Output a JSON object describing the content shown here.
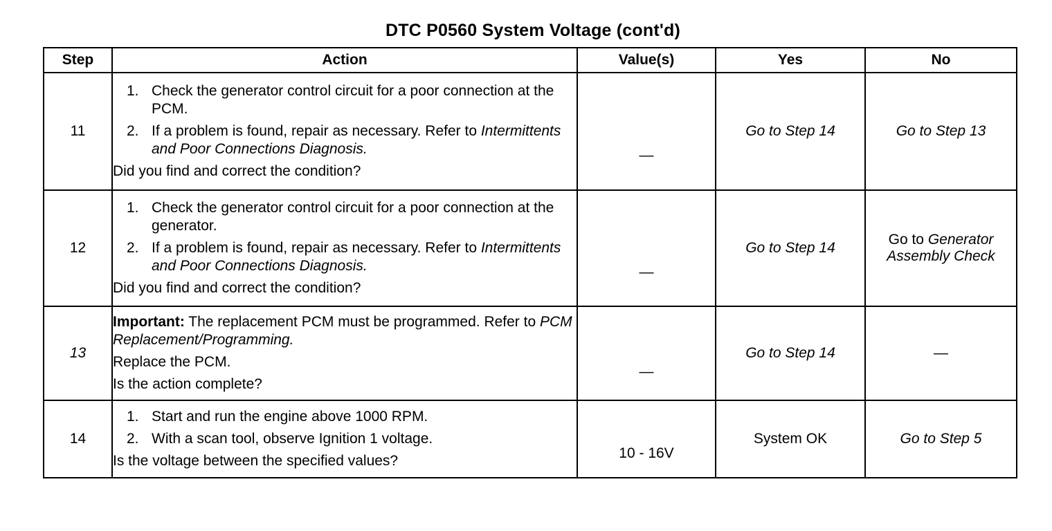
{
  "title": "DTC P0560 System Voltage  (cont'd)",
  "headers": {
    "step": "Step",
    "action": "Action",
    "values": "Value(s)",
    "yes": "Yes",
    "no": "No"
  },
  "rows": [
    {
      "step": "11",
      "items": [
        {
          "num": "1.",
          "text": "Check the generator control circuit for a poor connection at the PCM."
        },
        {
          "num": "2.",
          "text": "If a problem is found, repair as necessary. Refer to ",
          "ref": "Intermittents and Poor Connections Diagnosis."
        }
      ],
      "question": "Did you find and correct the condition?",
      "value": "—",
      "yes": "Go to Step 14",
      "no": "Go to Step 13"
    },
    {
      "step": "12",
      "items": [
        {
          "num": "1.",
          "text": "Check the generator control circuit for a poor connection at the generator."
        },
        {
          "num": "2.",
          "text": "If a problem is found, repair as necessary. Refer to ",
          "ref": "Intermittents and Poor Connections Diagnosis."
        }
      ],
      "question": "Did you find and correct the condition?",
      "value": "—",
      "yes": "Go to Step 14",
      "no_prefix": "Go to ",
      "no_ref": "Generator Assembly Check"
    },
    {
      "step": "13",
      "important_label": "Important:",
      "important_text": " The replacement PCM must be programmed. Refer to ",
      "important_ref": "PCM Replacement/Programming.",
      "instruction": "Replace the PCM.",
      "question": "Is the action complete?",
      "value": "—",
      "yes": "Go to Step 14",
      "no": "—"
    },
    {
      "step": "14",
      "items": [
        {
          "num": "1.",
          "text": "Start and run the engine above 1000 RPM."
        },
        {
          "num": "2.",
          "text": "With a scan tool, observe Ignition 1 voltage."
        }
      ],
      "question": "Is the voltage between the specified values?",
      "value": "10 - 16V",
      "yes": "System OK",
      "no": "Go to Step 5"
    }
  ]
}
